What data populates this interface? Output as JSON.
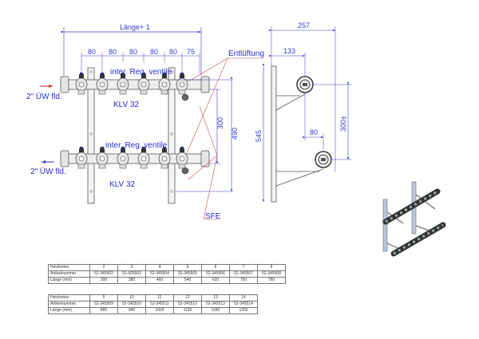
{
  "drawing": {
    "labels": {
      "length": "Länge+ 1",
      "spacings": [
        "80",
        "80",
        "80",
        "80",
        "80",
        "75"
      ],
      "reg_valves_top": "inter. Reg. ventile",
      "reg_valves_bottom": "inter. Reg. ventile",
      "manifold_top": "KLV 32",
      "manifold_bottom": "KLV 32",
      "inlet": "2\" ÜW fld.",
      "outlet": "2\" ÜW fld.",
      "venting": "Entlüftung",
      "sfe": "SFE",
      "height_300": "300",
      "height_490": "490",
      "side_257": "257",
      "side_133": "133",
      "side_545": "545",
      "side_80": "80",
      "side_300": "300±"
    },
    "colors": {
      "dimension": "#3a3acc",
      "leader": "#c05050",
      "outline": "#555555"
    }
  },
  "tables": [
    {
      "rows": [
        {
          "label": "Heizkreise",
          "values": [
            "2",
            "3",
            "4",
            "5",
            "6",
            "7",
            "8"
          ]
        },
        {
          "label": "Artikelnummer",
          "values": [
            "52-345502",
            "52-425503",
            "52-345504",
            "52-345505",
            "52-345506",
            "52-345507",
            "52-345508"
          ]
        },
        {
          "label": "Länge (mm)",
          "values": [
            "300",
            "380",
            "460",
            "540",
            "620",
            "700",
            "780"
          ]
        }
      ]
    },
    {
      "rows": [
        {
          "label": "Heizkreise",
          "values": [
            "9",
            "10",
            "11",
            "12",
            "13",
            "14"
          ]
        },
        {
          "label": "Artikelnummer",
          "values": [
            "52-345509",
            "52-345510",
            "52-345511",
            "52-345512",
            "52-345513",
            "52-345514"
          ]
        },
        {
          "label": "Länge (mm)",
          "values": [
            "860",
            "940",
            "1020",
            "1100",
            "1180",
            "1260"
          ]
        }
      ]
    }
  ]
}
